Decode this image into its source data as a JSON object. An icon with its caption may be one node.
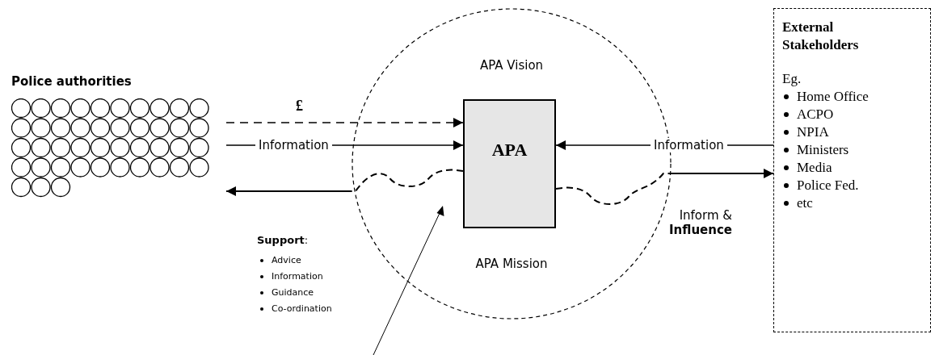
{
  "diagram": {
    "nodes": [
      {
        "text": [
          "Police authorities"
        ]
      },
      {
        "text": [
          "APA Vision",
          "APA Mission"
        ]
      },
      {
        "text": [
          "APA"
        ],
        "in": 1
      },
      {
        "text": [
          "External Stakeholders",
          "Eg.",
          "Home Office",
          "ACPO",
          "NPIA",
          "Ministers",
          "Media",
          "Police Fed.",
          "etc"
        ]
      }
    ],
    "edges": [
      {
        "from": 0,
        "to": 2,
        "arrow": "to",
        "label": "£",
        "style": "dashed"
      },
      {
        "from": 0,
        "to": 2,
        "arrow": "to",
        "label": "Information"
      },
      {
        "from": 3,
        "to": 2,
        "arrow": "to",
        "label": "Information"
      },
      {
        "from": 2,
        "to": 0,
        "arrow": "to",
        "style": "dashed"
      },
      {
        "from": 2,
        "to": 3,
        "arrow": "to",
        "label": "Inform & **Influence**",
        "style": "dashed"
      }
    ],
    "labels": [
      "**Support**:",
      "Advice",
      "Information",
      "Guidance",
      "Co-ordination"
    ]
  }
}
